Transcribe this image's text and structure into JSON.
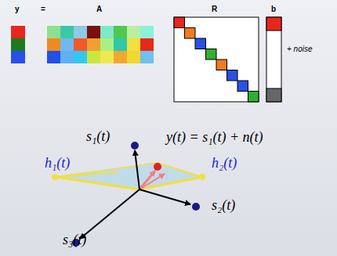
{
  "diagram": {
    "labels": [
      "y",
      "=",
      "A",
      "R",
      "b",
      "+ noise",
      "s₁(t)",
      "y(t) = s₁(t) + n(t)",
      "h₁(t)",
      "h₂(t)",
      "s₂(t)",
      "s₃(t)"
    ]
  }
}
